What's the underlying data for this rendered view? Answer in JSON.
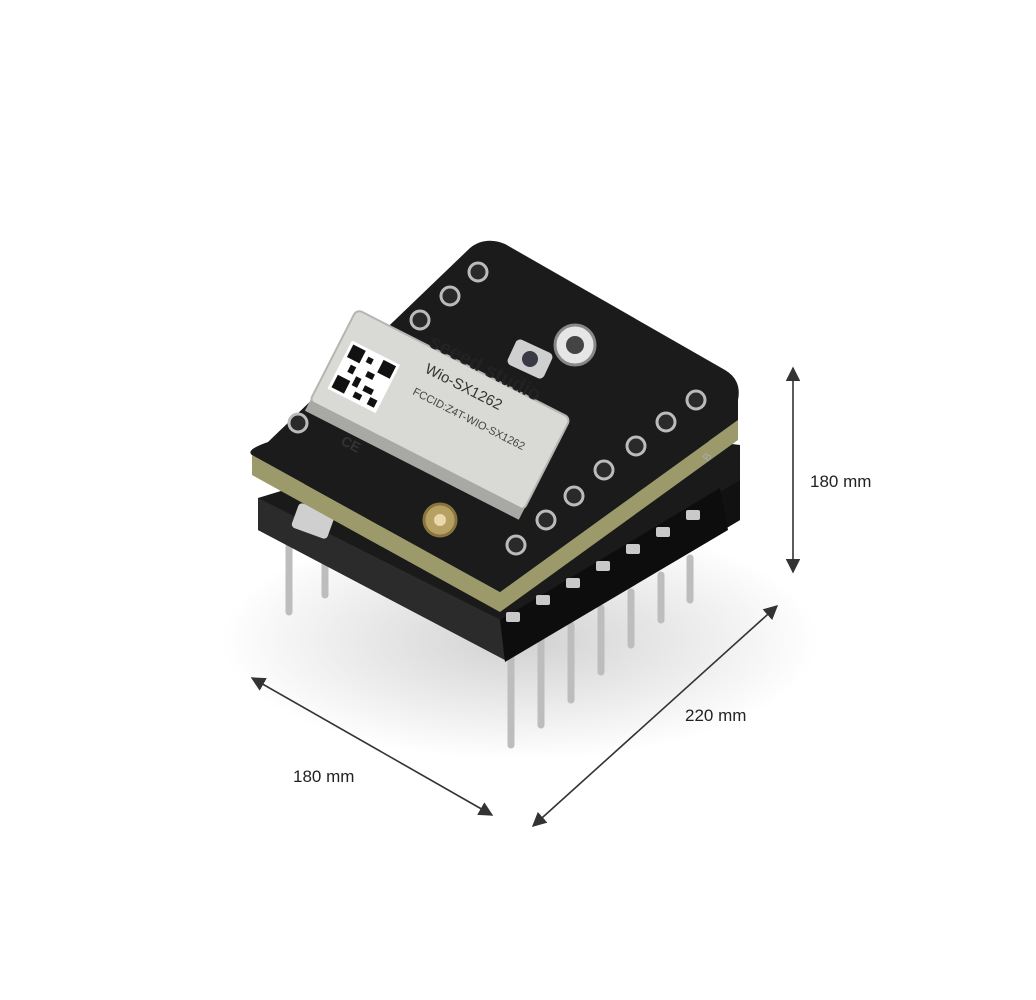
{
  "product": {
    "brand_text": "seeed studio",
    "model_text": "Wio-SX1262",
    "fcc_text": "FCCID:Z4T-WIO-SX1262",
    "ce_mark": "CE",
    "pin_marker": "B"
  },
  "dimensions": {
    "height_label": "180 mm",
    "depth_label": "220 mm",
    "width_label": "180 mm"
  },
  "colors": {
    "board": "#1b1b1b",
    "shield": "#d9d9d6",
    "edge": "#9c9a6a",
    "pins": "#c9c9c9",
    "arrow": "#333333"
  }
}
